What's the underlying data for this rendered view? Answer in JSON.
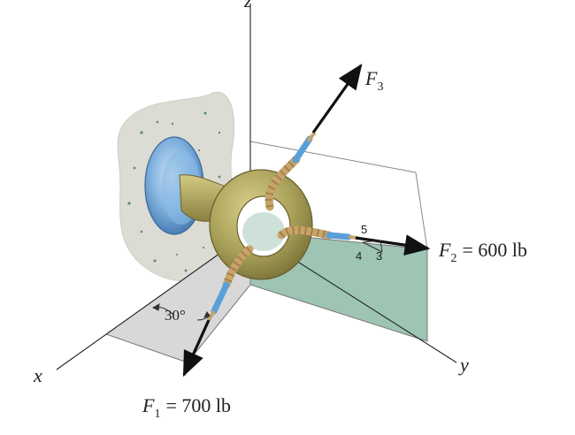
{
  "axes": {
    "x": "x",
    "y": "y",
    "z": "z"
  },
  "forces": {
    "f1": {
      "symbol": "F",
      "sub": "1",
      "value": "= 700 lb"
    },
    "f2": {
      "symbol": "F",
      "sub": "2",
      "value": "= 600 lb"
    },
    "f3": {
      "symbol": "F",
      "sub": "3"
    }
  },
  "angle_label": "30°",
  "slope_triangle": {
    "hyp": "5",
    "run": "4",
    "rise": "3"
  },
  "colors": {
    "wall": "#dcdcd4",
    "wall_dots": "#5a8a7a",
    "bolt_plate": "#7fb0de",
    "ring": "#a8a058",
    "ring_dark": "#8a8040",
    "green_plane": "#9ec4b4",
    "gray_plane": "#d8d8d8",
    "rope": "#c9a46a",
    "sleeve": "#5aa0d8",
    "arrow": "#111111"
  }
}
